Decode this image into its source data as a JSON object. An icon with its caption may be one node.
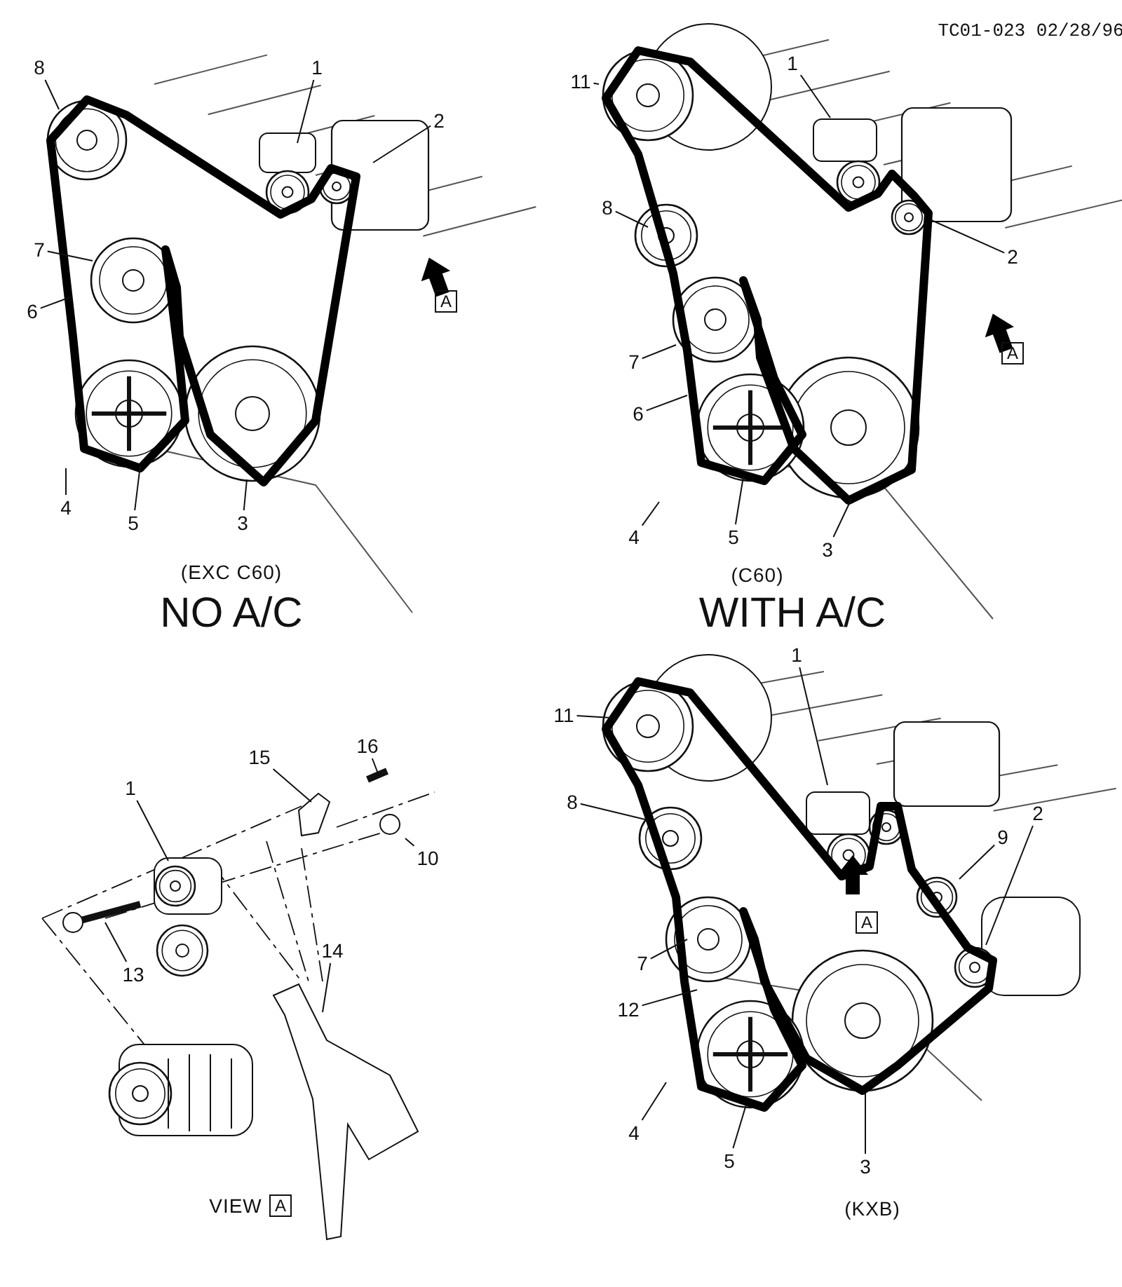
{
  "diagram": {
    "nodes": [
      {
        "text": [
          "8"
        ]
      },
      {
        "text": [
          "1"
        ]
      },
      {
        "text": [
          "2"
        ]
      },
      {
        "text": [
          "7"
        ]
      },
      {
        "text": [
          "6"
        ]
      },
      {
        "text": [
          "4"
        ]
      },
      {
        "text": [
          "5"
        ]
      },
      {
        "text": [
          "3"
        ]
      },
      {
        "text": [
          "11"
        ]
      },
      {
        "text": [
          "1"
        ]
      },
      {
        "text": [
          "8"
        ]
      },
      {
        "text": [
          "2"
        ]
      },
      {
        "text": [
          "7"
        ]
      },
      {
        "text": [
          "6"
        ]
      },
      {
        "text": [
          "4"
        ]
      },
      {
        "text": [
          "5"
        ]
      },
      {
        "text": [
          "3"
        ]
      },
      {
        "text": [
          "1"
        ]
      },
      {
        "text": [
          "15"
        ]
      },
      {
        "text": [
          "16"
        ]
      },
      {
        "text": [
          "10"
        ]
      },
      {
        "text": [
          "13"
        ]
      },
      {
        "text": [
          "14"
        ]
      },
      {
        "text": [
          "11"
        ]
      },
      {
        "text": [
          "1"
        ]
      },
      {
        "text": [
          "8"
        ]
      },
      {
        "text": [
          "9"
        ]
      },
      {
        "text": [
          "2"
        ]
      },
      {
        "text": [
          "7"
        ]
      },
      {
        "text": [
          "12"
        ]
      },
      {
        "text": [
          "4"
        ]
      },
      {
        "text": [
          "5"
        ]
      },
      {
        "text": [
          "3"
        ]
      }
    ],
    "edges": [
      {
        "from": 0,
        "to": null,
        "arrow": "none"
      },
      {
        "from": 1,
        "to": null,
        "arrow": "none"
      },
      {
        "from": 2,
        "to": null,
        "arrow": "none"
      },
      {
        "from": 3,
        "to": null,
        "arrow": "none"
      },
      {
        "from": 4,
        "to": null,
        "arrow": "none"
      },
      {
        "from": 5,
        "to": null,
        "arrow": "none"
      },
      {
        "from": 6,
        "to": null,
        "arrow": "none"
      },
      {
        "from": 7,
        "to": null,
        "arrow": "none"
      },
      {
        "from": 8,
        "to": null,
        "arrow": "none"
      },
      {
        "from": 9,
        "to": null,
        "arrow": "none"
      },
      {
        "from": 10,
        "to": null,
        "arrow": "none"
      },
      {
        "from": 11,
        "to": null,
        "arrow": "none"
      },
      {
        "from": 12,
        "to": null,
        "arrow": "none"
      },
      {
        "from": 13,
        "to": null,
        "arrow": "none"
      },
      {
        "from": 14,
        "to": null,
        "arrow": "none"
      },
      {
        "from": 15,
        "to": null,
        "arrow": "none"
      },
      {
        "from": 16,
        "to": null,
        "arrow": "none"
      },
      {
        "from": 17,
        "to": null,
        "arrow": "none"
      },
      {
        "from": 18,
        "to": null,
        "arrow": "none"
      },
      {
        "from": 19,
        "to": null,
        "arrow": "none"
      },
      {
        "from": 20,
        "to": null,
        "arrow": "none"
      },
      {
        "from": 21,
        "to": null,
        "arrow": "none"
      },
      {
        "from": 22,
        "to": null,
        "arrow": "none"
      },
      {
        "from": 23,
        "to": null,
        "arrow": "none"
      },
      {
        "from": 24,
        "to": null,
        "arrow": "none"
      },
      {
        "from": 25,
        "to": null,
        "arrow": "none"
      },
      {
        "from": 26,
        "to": null,
        "arrow": "none"
      },
      {
        "from": 27,
        "to": null,
        "arrow": "none"
      },
      {
        "from": 28,
        "to": null,
        "arrow": "none"
      },
      {
        "from": 29,
        "to": null,
        "arrow": "none"
      },
      {
        "from": 30,
        "to": null,
        "arrow": "none"
      },
      {
        "from": 31,
        "to": null,
        "arrow": "none"
      },
      {
        "from": 32,
        "to": null,
        "arrow": "none"
      }
    ],
    "labels": [
      "TC01-023 02/28/96",
      "A",
      "A",
      "(EXC C60)",
      "NO A/C",
      "(C60)",
      "WITH A/C",
      "A",
      "VIEW",
      "A",
      "(KXB)"
    ]
  }
}
